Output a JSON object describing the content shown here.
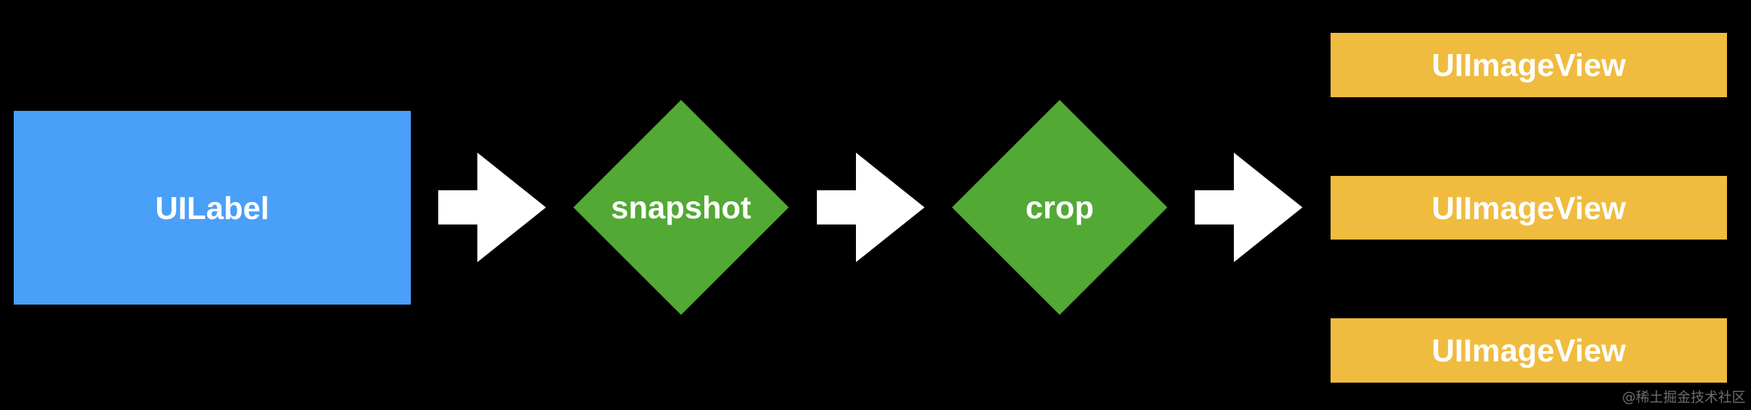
{
  "diagram": {
    "source_label": "UILabel",
    "steps": [
      {
        "label": "snapshot"
      },
      {
        "label": "crop"
      }
    ],
    "outputs": [
      {
        "label": "UIImageView"
      },
      {
        "label": "UIImageView"
      },
      {
        "label": "UIImageView"
      }
    ],
    "colors": {
      "background": "#000000",
      "source": "#4a9ff8",
      "step": "#52a934",
      "output": "#f0bc3f",
      "arrow": "#ffffff",
      "text": "#ffffff"
    }
  },
  "watermark": "@稀土掘金技术社区"
}
